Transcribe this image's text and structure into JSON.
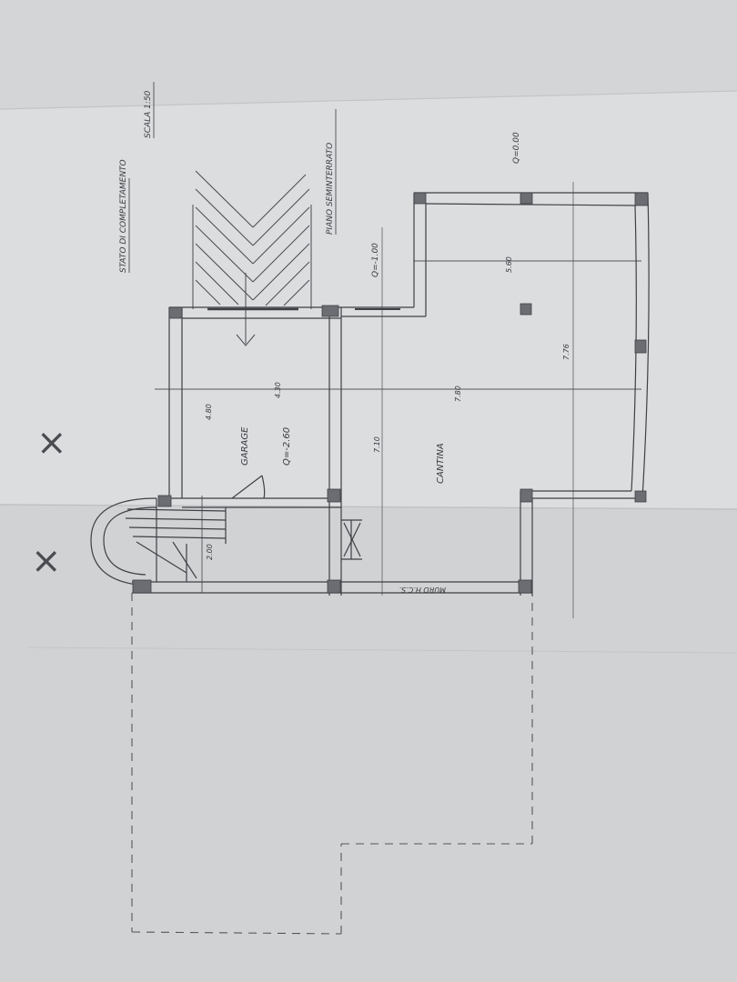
{
  "title": {
    "main": "STATO DI COMPLETAMENTO",
    "scale": "SCALA 1:50",
    "floor": "PIANO SEMINTERRATO"
  },
  "levels": {
    "top": "Q=0.00",
    "entry": "Q=-1.00",
    "garage": "Q=-2.60"
  },
  "rooms": {
    "garage": "GARAGE",
    "cantina": "CANTINA"
  },
  "dimensions": {
    "top_width": "5.60",
    "total_length": "7.80",
    "right_length": "7.76",
    "garage_width": "4.80",
    "garage_span": "4.30",
    "middle_span": "7.10",
    "stair_width": "2.00"
  },
  "notes": {
    "retaining_wall": "MURO H.C.S.",
    "pencil_mark": "×"
  }
}
